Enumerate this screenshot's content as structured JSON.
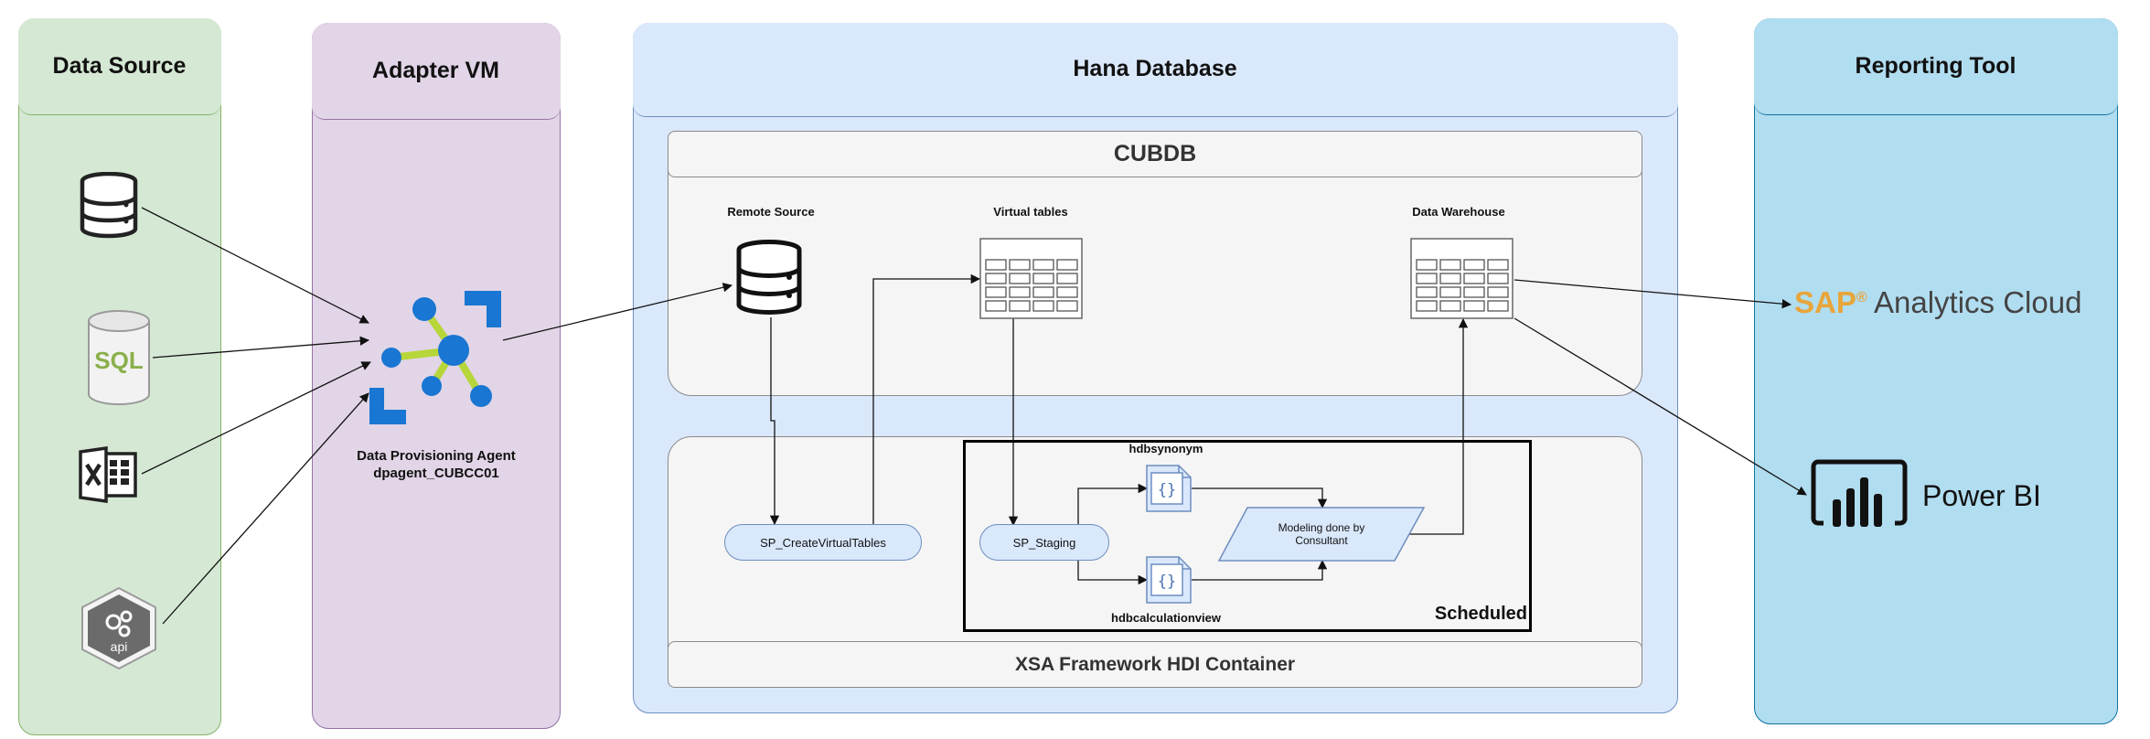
{
  "lanes": {
    "data_source": "Data Source",
    "adapter_vm": "Adapter VM",
    "hana": "Hana Database",
    "reporting": "Reporting Tool"
  },
  "agent": {
    "line1": "Data Provisioning Agent",
    "line2": "dpagent_CUBCC01"
  },
  "cubdb": {
    "title": "CUBDB",
    "remote_source": "Remote Source",
    "virtual_tables": "Virtual tables",
    "data_warehouse": "Data Warehouse"
  },
  "xsa": {
    "title": "XSA Framework HDI Container",
    "sp_create": "SP_CreateVirtualTables",
    "sp_staging": "SP_Staging",
    "hdbsynonym": "hdbsynonym",
    "hdbcalculationview": "hdbcalculationview",
    "modeling": "Modeling done by Consultant",
    "scheduled": "Scheduled"
  },
  "sources": {
    "sql_label": "SQL",
    "api_label": "api"
  },
  "tools": {
    "sap_brand": "SAP",
    "sap_reg": "®",
    "sap_product": " Analytics Cloud",
    "powerbi": "Power BI"
  },
  "colors": {
    "data_source_fill": "#d5e8d4",
    "adapter_fill": "#e1d5e7",
    "hana_fill": "#dae8fc",
    "reporting_fill": "#b1ddf0",
    "agent_blue": "#1976d2",
    "agent_green": "#b7d63a",
    "sap_gold": "#e8a53a"
  }
}
